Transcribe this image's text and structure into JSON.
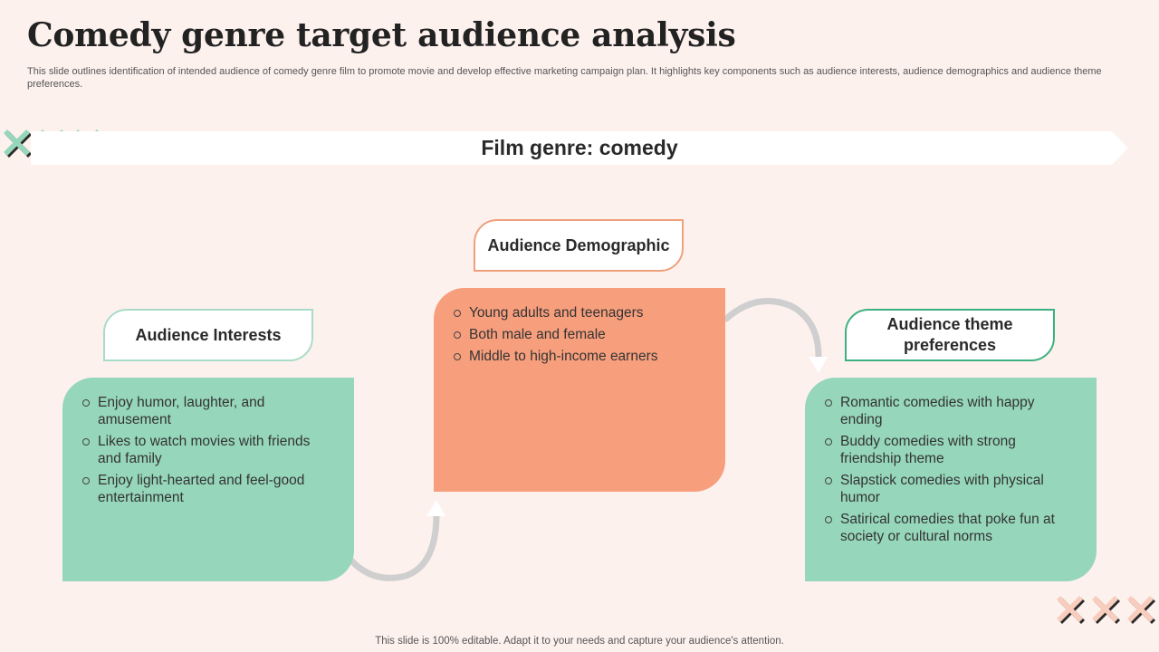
{
  "slide": {
    "title": "Comedy genre target audience analysis",
    "subtitle": "This slide outlines identification of intended audience of comedy genre film to promote movie and develop effective  marketing campaign plan. It highlights key components such as audience interests, audience demographics and audience theme preferences.",
    "banner": "Film genre: comedy",
    "footer": "This slide is 100% editable. Adapt it to your needs and capture your audience's attention."
  },
  "sections": {
    "interests": {
      "heading": "Audience Interests",
      "items": [
        "Enjoy humor,  laughter, and amusement",
        "Likes to watch movies with friends and family",
        "Enjoy light-hearted and feel-good entertainment"
      ]
    },
    "demographic": {
      "heading": "Audience Demographic",
      "items": [
        "Young adults and teenagers",
        "Both male and female",
        "Middle to high-income earners"
      ]
    },
    "themes": {
      "heading": "Audience theme preferences",
      "items": [
        "Romantic comedies with happy ending",
        "Buddy comedies with  strong friendship theme",
        "Slapstick comedies with physical humor",
        "Satirical comedies that poke fun at society or cultural  norms"
      ]
    }
  },
  "colors": {
    "background": "#fdf1ee",
    "green": "#96d6bb",
    "orange": "#f79f7d",
    "green_border": "#3db07f",
    "orange_border": "#f0a07c",
    "cross_green": "#96d6bb",
    "cross_pink": "#f9cdbd"
  },
  "decor": {
    "top_crosses": [
      "cross-icon",
      "cross-icon",
      "cross-icon"
    ],
    "bottom_crosses": [
      "cross-icon",
      "cross-icon",
      "cross-icon"
    ]
  }
}
